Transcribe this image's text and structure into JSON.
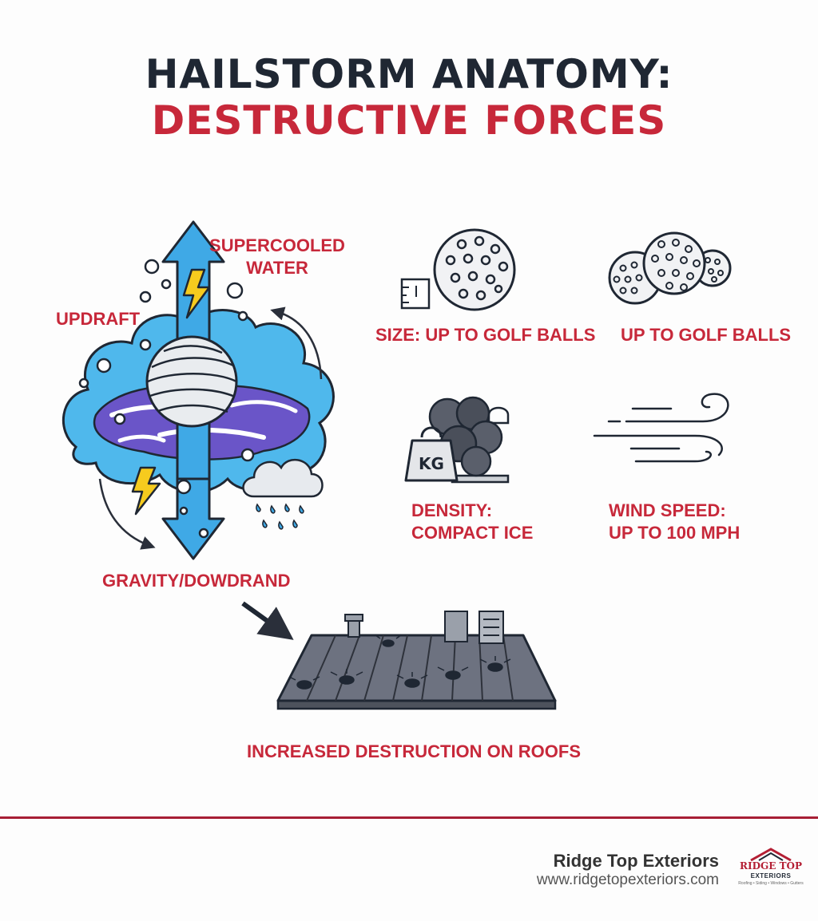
{
  "title": {
    "line1": "HAILSTORM ANATOMY:",
    "line2": "DESTRUCTIVE FORCES"
  },
  "labels": {
    "supercooled_line1": "SUPERCOOLED",
    "supercooled_line2": "WATER",
    "updraft": "UPDRAFT",
    "gravity": "GRAVITY/DOWDRAND",
    "size": "SIZE: UP TO GOLF BALLS",
    "up_to": "UP TO GOLF BALLS",
    "density_line1": "DENSITY:",
    "density_line2": "COMPACT ICE",
    "wind_line1": "WIND SPEED:",
    "wind_line2": "UP TO 100 MPH",
    "destruction": "INCREASED DESTRUCTION ON ROOFS",
    "kg": "KG"
  },
  "footer": {
    "company": "Ridge Top Exteriors",
    "url": "www.ridgetopexteriors.com",
    "logo_main": "RIDGE TOP",
    "logo_sub": "EXTERIORS",
    "logo_tagline": "Roofing • Siding • Windows • Gutters"
  },
  "colors": {
    "title_dark": "#1f2733",
    "accent_red": "#c7283a",
    "arrow_blue": "#3fa9e6",
    "cloud_blue": "#4fb8ec",
    "cloud_purple": "#6a55c8",
    "lightning_yellow": "#f6cb1e",
    "roof_gray": "#6d7280"
  }
}
